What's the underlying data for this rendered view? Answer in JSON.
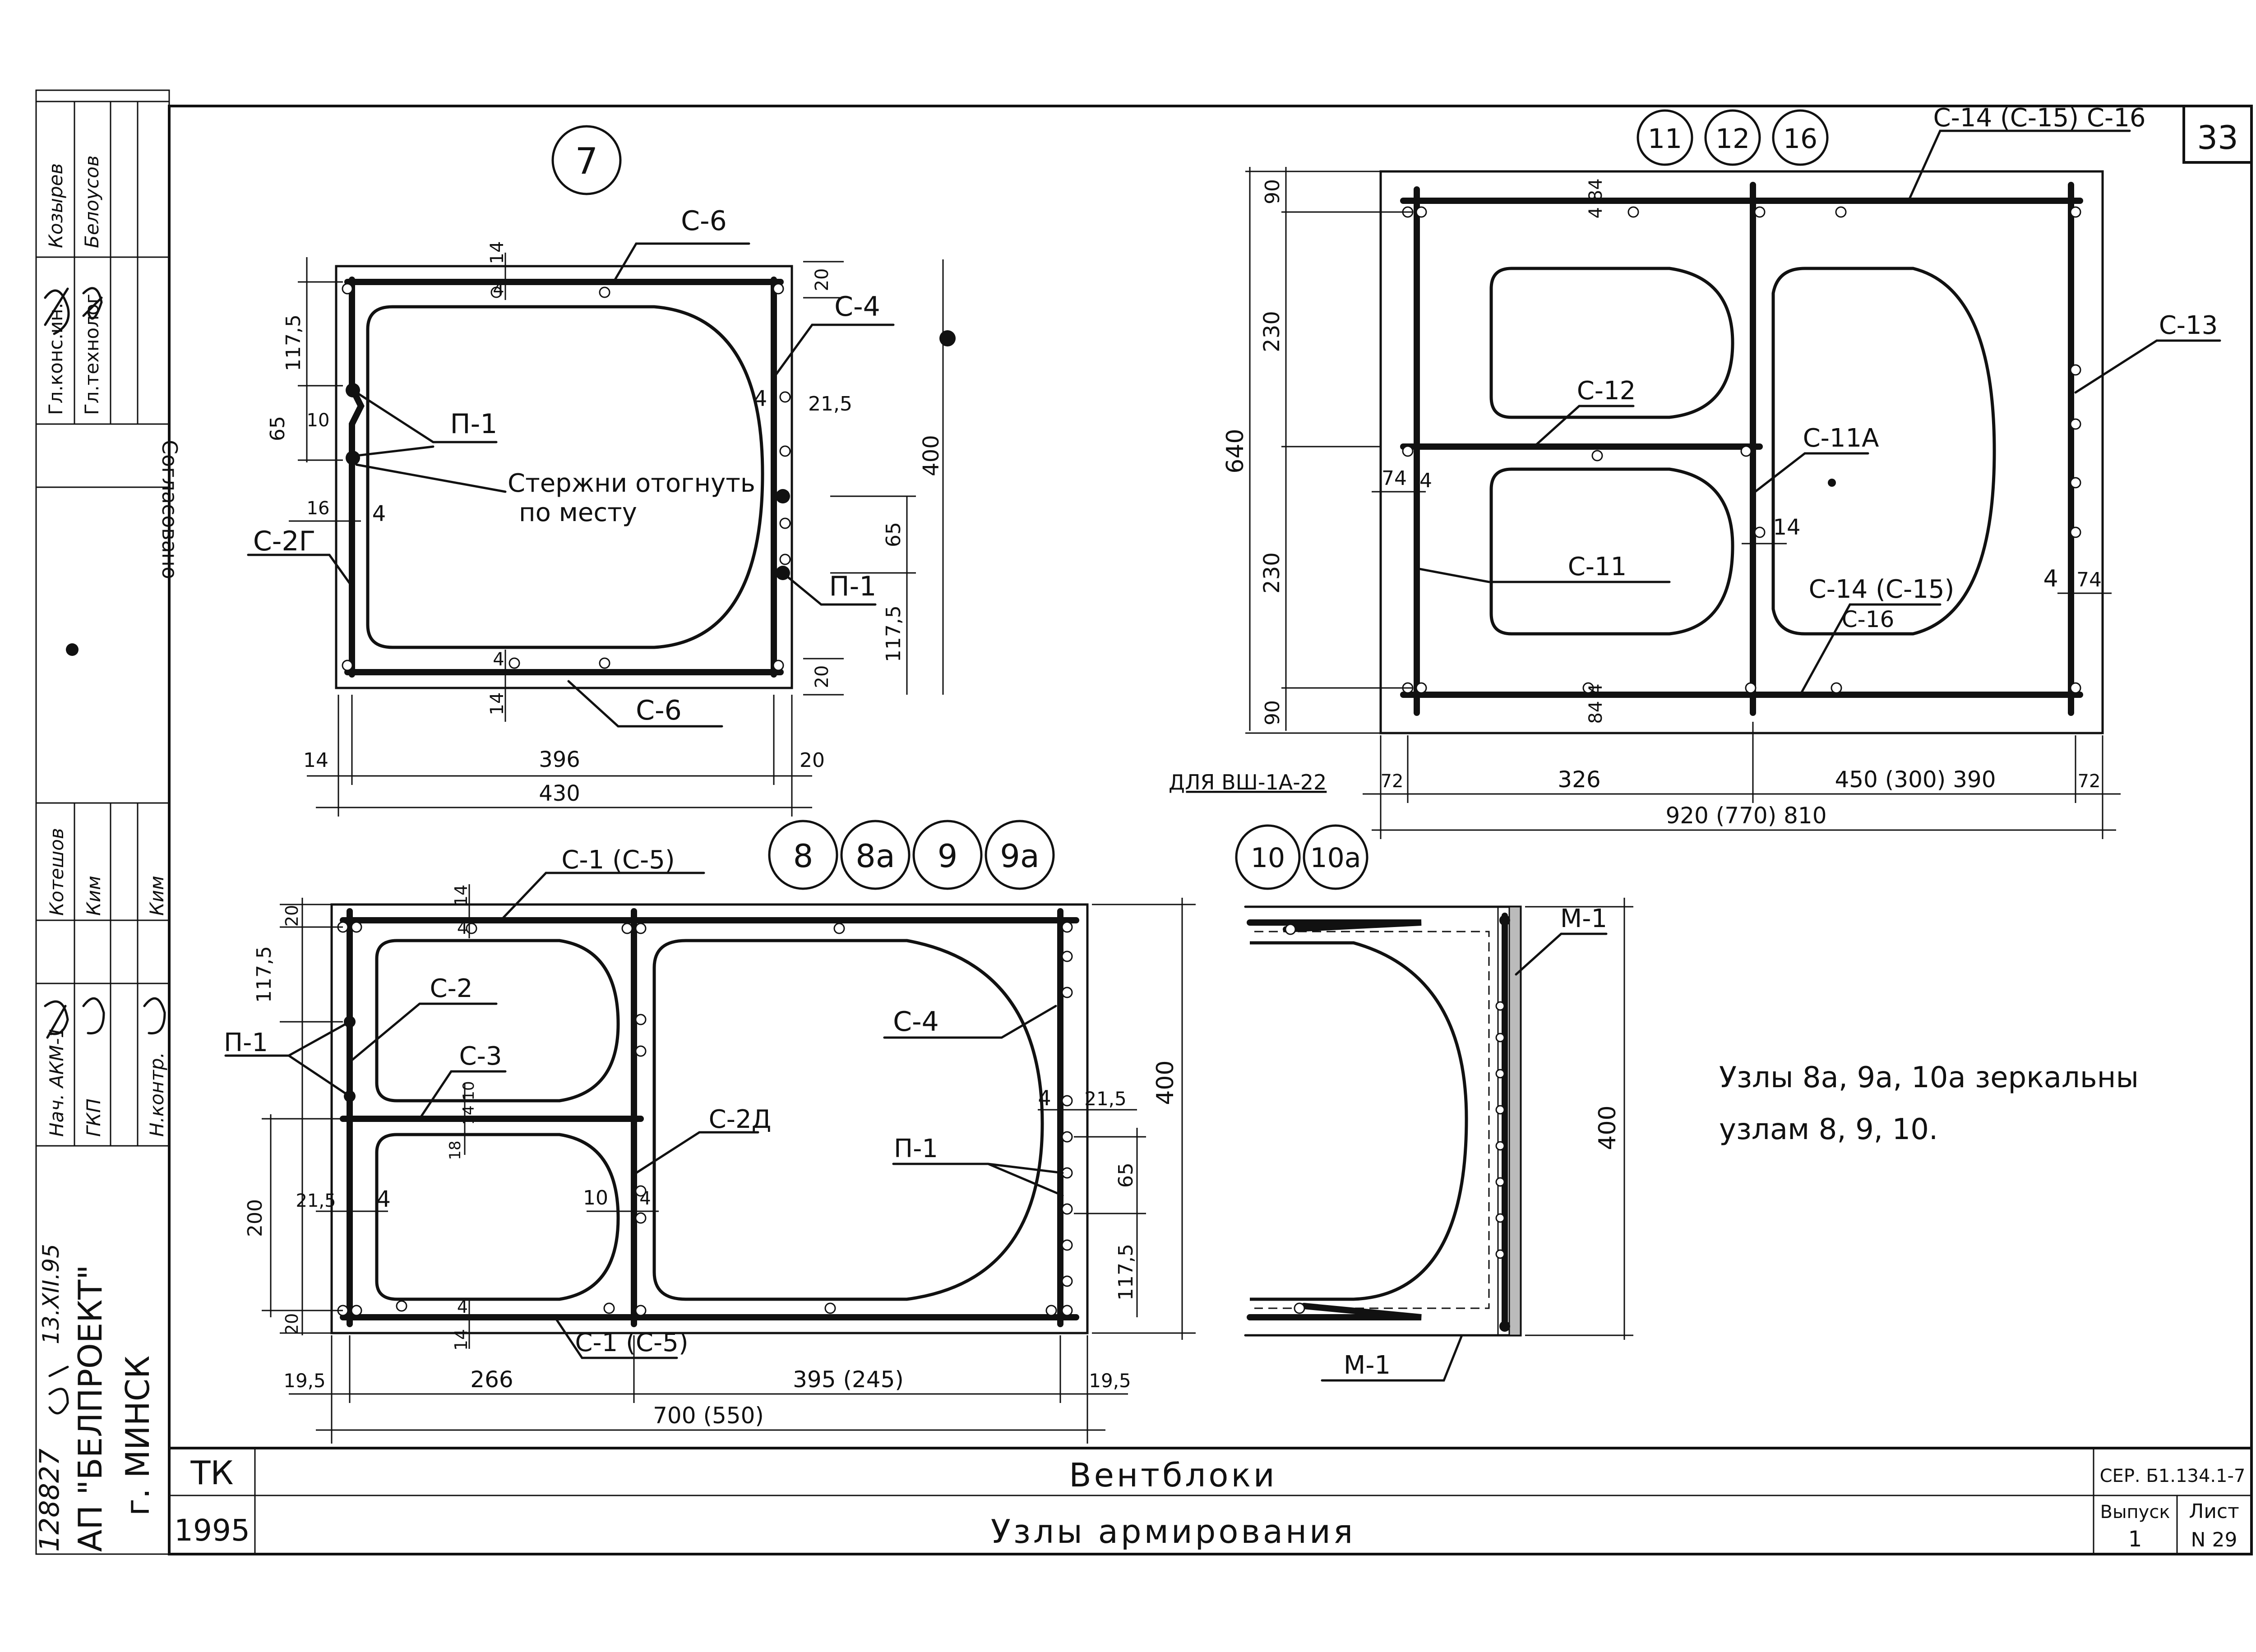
{
  "sheet_number": "33",
  "stamp": {
    "approvals": {
      "header": "Согласовано",
      "rows": [
        {
          "role": "Гл.конс.ин.",
          "name": "Козырев"
        },
        {
          "role": "Гл.технолог",
          "name": "Белоусов"
        }
      ]
    },
    "team": {
      "rows": [
        {
          "role": "Нач. АКМ-1",
          "name": "Котешов"
        },
        {
          "role": "ГКП",
          "name": "Ким"
        },
        {
          "role": "Н.контр.",
          "name": "Ким"
        }
      ]
    },
    "org_line1": "128827",
    "org_date": "13.XII.95",
    "org_line2": "АП \"БЕЛПРОЕКТ\"",
    "org_line3": "г. МИНСК"
  },
  "title_block": {
    "code": "ТК",
    "year": "1995",
    "title": "Вентблоки",
    "subtitle": "Узлы армирования",
    "series": "СЕР. Б1.134.1-7",
    "issue_label": "Выпуск",
    "issue_value": "1",
    "sheet_label": "Лист",
    "sheet_value": "N 29"
  },
  "node7": {
    "tag": "7",
    "labels": {
      "c6_top": "С-6",
      "c4": "С-4",
      "p1_left": "П-1",
      "note_line1": "Стержни отогнуть",
      "note_line2": "по месту",
      "c2g": "С-2Г",
      "p1_right": "П-1",
      "c6_bottom": "С-6"
    },
    "dims": {
      "d117_top": "117,5",
      "d65_left": "65",
      "d10": "10",
      "d16": "16",
      "d4_left": "4",
      "d14_top": "14",
      "d4_top": "4",
      "d20_top": "20",
      "d4_right": "4",
      "d215": "21,5",
      "d400": "400",
      "d65_right": "65",
      "d117_right": "117,5",
      "d20_bottom": "20",
      "d4_bottom": "4",
      "d14_bottom": "14",
      "d14_horiz": "14",
      "d396": "396",
      "d20_horiz": "20",
      "d430": "430"
    }
  },
  "node11": {
    "tags": [
      "11",
      "12",
      "16"
    ],
    "labels": {
      "c14_top": "С-14 (С-15) С-16",
      "c13": "С-13",
      "c12": "С-12",
      "c11a": "С-11А",
      "c11": "С-11",
      "c14_bottom": "С-14 (С-15)",
      "c16_bottom": "С-16"
    },
    "dims": {
      "d90_top": "90",
      "d4_84_top": "4 84",
      "d230_top": "230",
      "d640": "640",
      "d74_left": "74",
      "d4_left": "4",
      "d230_bottom": "230",
      "d14_right": "14",
      "d4_right": "4",
      "d74_right": "74",
      "d90_bottom": "90",
      "d84_4_bottom": "84 4",
      "for_label": "ДЛЯ ВШ-1А-22",
      "d72_left": "72",
      "d326": "326",
      "d450": "450 (300) 390",
      "d72_right": "72",
      "d920": "920 (770) 810"
    }
  },
  "node8": {
    "tags": [
      "8",
      "8а",
      "9",
      "9а"
    ],
    "labels": {
      "c1_top": "С-1 (С-5)",
      "p1_left": "П-1",
      "c2": "С-2",
      "c3": "С-3",
      "c4": "С-4",
      "c2d": "С-2Д",
      "p1_right": "П-1",
      "c1_bottom": "С-1 (С-5)"
    },
    "dims": {
      "d20_top": "20",
      "d117_left": "117,5",
      "d14_top": "14",
      "d4_top": "4",
      "d14_10": "14 10",
      "d18": "18",
      "d215_left": "21,5",
      "d4_left": "4",
      "d200": "200",
      "d10_mid": "10",
      "d4_mid": "4",
      "d4_right": "4",
      "d215_right": "21,5",
      "d400": "400",
      "d65": "65",
      "d117_right": "117,5",
      "d20_bottom": "20",
      "d4_bottom": "4",
      "d14_bottom": "14",
      "d195_left": "19,5",
      "d266": "266",
      "d395": "395 (245)",
      "d195_right": "19,5",
      "d700": "700 (550)"
    }
  },
  "node10": {
    "tags": [
      "10",
      "10а"
    ],
    "labels": {
      "m1_top": "М-1",
      "m1_bottom": "М-1"
    },
    "dims": {
      "d400": "400"
    }
  },
  "note": {
    "line1": "Узлы 8а, 9а, 10а зеркальны",
    "line2": "узлам 8, 9, 10."
  }
}
